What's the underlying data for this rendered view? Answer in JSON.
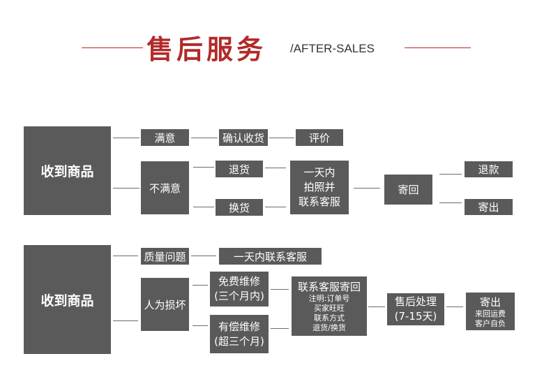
{
  "header": {
    "title_cn": "售后服务",
    "title_en": "/AFTER-SALES",
    "accent_color": "#b22a2a"
  },
  "box_color": "#5b5a5a",
  "flow1": {
    "start": "收到商品",
    "satisfied": "满意",
    "confirm_receipt": "确认收货",
    "review": "评价",
    "unsatisfied": "不满意",
    "return_goods": "退货",
    "exchange_goods": "换货",
    "contact_lines": [
      "一天内",
      "拍照并",
      "联系客服"
    ],
    "send_back": "寄回",
    "refund": "退款",
    "ship_out": "寄出"
  },
  "flow2": {
    "start": "收到商品",
    "quality_issue": "质量问题",
    "contact_same_day": "一天内联系客服",
    "human_damage": "人为损坏",
    "free_repair_lines": [
      "免费维修",
      "(三个月内)"
    ],
    "paid_repair_lines": [
      "有偿维修",
      "(超三个月)"
    ],
    "contact_return_title": "联系客服寄回",
    "notes": [
      "注明:订单号",
      "买家旺旺",
      "联系方式",
      "退货/换货"
    ],
    "aftersales_lines": [
      "售后处理",
      "(7-15天)"
    ],
    "ship_out": "寄出",
    "ship_notes": [
      "来回运费",
      "客户自负"
    ]
  }
}
